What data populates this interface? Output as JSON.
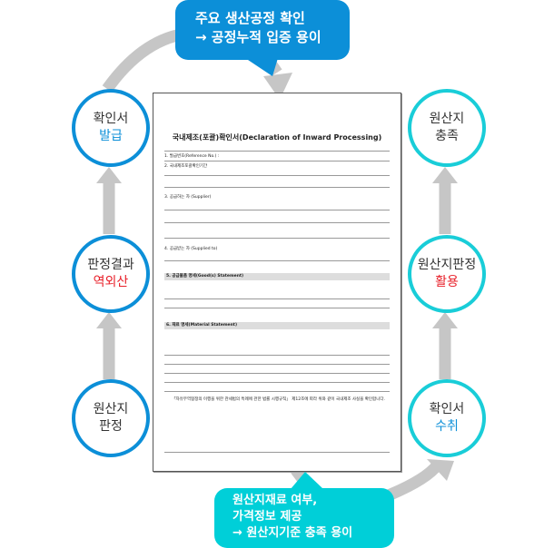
{
  "callouts": {
    "top": {
      "line1": "주요 생산공정 확인",
      "line2": "→ 공정누적 입증 용이"
    },
    "bottom": {
      "line1": "원산지재료 여부,",
      "line2": "가격정보 제공",
      "line3": "→ 원산지기준 충족 용이"
    }
  },
  "left_steps": [
    {
      "line1": "확인서",
      "line2": "발급"
    },
    {
      "line1": "판정결과",
      "line2": "역외산"
    },
    {
      "line1": "원산지",
      "line2": "판정"
    }
  ],
  "right_steps": [
    {
      "line1": "원산지",
      "line2": "충족"
    },
    {
      "line1": "원산지판정",
      "line2": "활용"
    },
    {
      "line1": "확인서",
      "line2": "수취"
    }
  ],
  "document": {
    "title": "국내제조(포괄)확인서(Declaration of Inward Processing)",
    "sections": [
      "1. 발급번호(Reference No.) :",
      "2. 국내제조포괄확인기간",
      "3. 공급하는 자 (Supplier)",
      "4. 공급받는 자 (Supplied to)",
      "5. 공급물품 명세(Good(s) Statement)",
      "6. 재료 명세(Material Statement)"
    ],
    "declaration": "「자유무역협정의 이행을 위한 관세법의 특례에 관한 법률 시행규칙」 제12조에 따라 위와 같이 국내제조 사실을 확인합니다."
  },
  "colors": {
    "blue": "#0c8fd8",
    "cyan": "#00cfd8",
    "red": "#e8202a",
    "arrow": "#c6c6c6"
  }
}
